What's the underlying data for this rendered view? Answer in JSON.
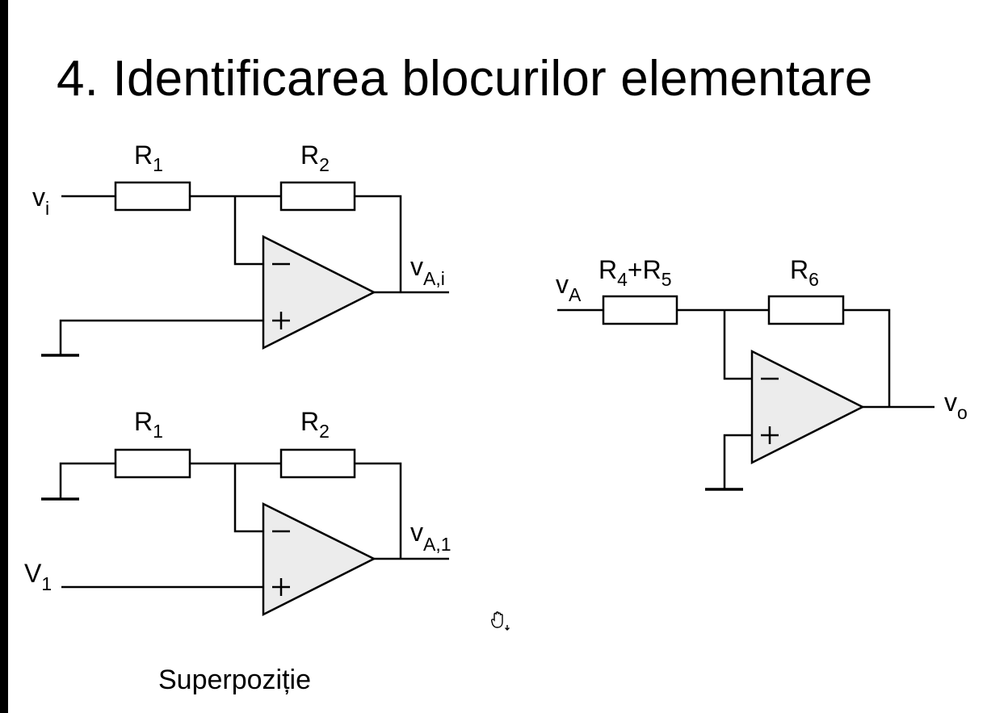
{
  "title": "4. Identificarea blocurilor elementare",
  "footer": "Superpoziție",
  "circuit_top_left": {
    "input": {
      "main": "v",
      "sub": "i"
    },
    "r1": {
      "main": "R",
      "sub": "1"
    },
    "r2": {
      "main": "R",
      "sub": "2"
    },
    "output": {
      "main": "v",
      "sub": "A,i"
    }
  },
  "circuit_bottom_left": {
    "input": {
      "main": "V",
      "sub": "1"
    },
    "r1": {
      "main": "R",
      "sub": "1"
    },
    "r2": {
      "main": "R",
      "sub": "2"
    },
    "output": {
      "main": "v",
      "sub": "A,1"
    }
  },
  "circuit_right": {
    "input": {
      "main": "v",
      "sub": "A"
    },
    "r45": {
      "p1": "R",
      "s1": "4",
      "plus": "+",
      "p2": "R",
      "s2": "5"
    },
    "r6": {
      "main": "R",
      "sub": "6"
    },
    "output": {
      "main": "v",
      "sub": "o"
    }
  },
  "cursor_icon": "hand-pointer-icon"
}
